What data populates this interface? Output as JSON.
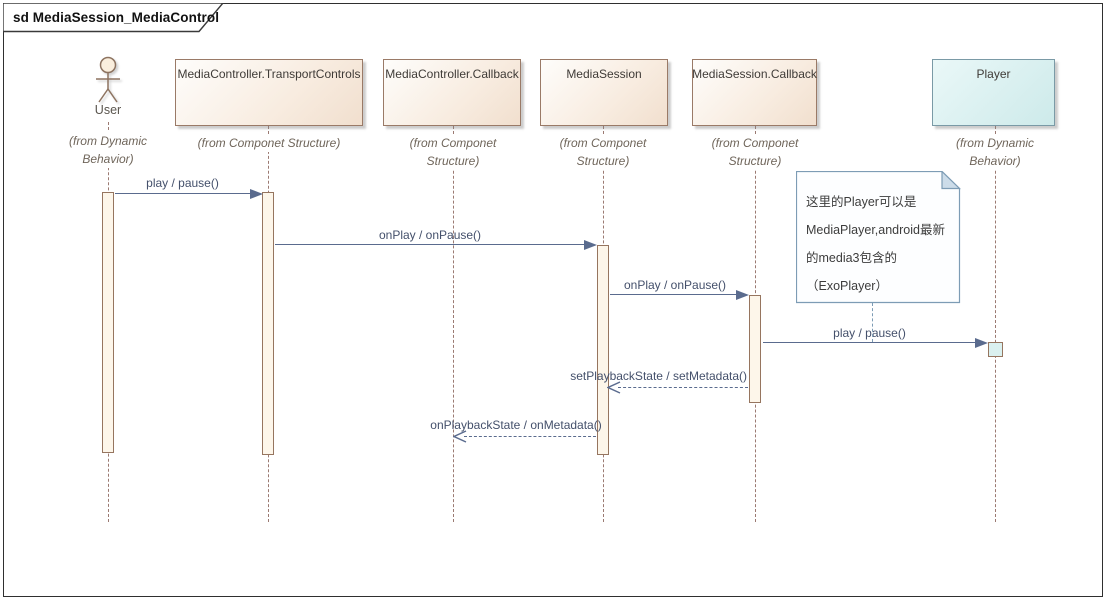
{
  "frame": {
    "title": "sd MediaSession_MediaControl"
  },
  "lifelines": [
    {
      "name": "User",
      "from1": "(from Dynamic",
      "from2": "Behavior)"
    },
    {
      "name": "MediaController.TransportControls",
      "from1": "(from Componet Structure)",
      "from2": ""
    },
    {
      "name": "MediaController.Callback",
      "from1": "(from Componet",
      "from2": "Structure)"
    },
    {
      "name": "MediaSession",
      "from1": "(from Componet",
      "from2": "Structure)"
    },
    {
      "name": "MediaSession.Callback",
      "from1": "(from Componet",
      "from2": "Structure)"
    },
    {
      "name": "Player",
      "from1": "(from Dynamic",
      "from2": "Behavior)"
    }
  ],
  "messages": [
    {
      "label": "play / pause()",
      "type": "sync",
      "from": "User",
      "to": "MediaController.TransportControls"
    },
    {
      "label": "onPlay / onPause()",
      "type": "sync",
      "from": "MediaController.TransportControls",
      "to": "MediaSession"
    },
    {
      "label": "onPlay / onPause()",
      "type": "sync",
      "from": "MediaSession",
      "to": "MediaSession.Callback"
    },
    {
      "label": "play / pause()",
      "type": "sync",
      "from": "MediaSession.Callback",
      "to": "Player"
    },
    {
      "label": "setPlaybackState / setMetadata()",
      "type": "return",
      "from": "MediaSession.Callback",
      "to": "MediaSession"
    },
    {
      "label": "onPlaybackState / onMetadata()",
      "type": "return",
      "from": "MediaSession",
      "to": "MediaController.Callback"
    }
  ],
  "note": {
    "lines": [
      "这里的Player可以是",
      "MediaPlayer,android最新",
      "的media3包含的",
      "（ExoPlayer）"
    ]
  },
  "colors": {
    "message_line": "#5a6b8e",
    "lifeline_dash": "#9b7a72",
    "activation_fill": "#fdf6ea",
    "activation_border": "#96755f",
    "head_box_fill": "#f1dfce",
    "head_box_border": "#9a7a67",
    "player_box_fill": "#cdeaea",
    "player_box_border": "#7a9aa6",
    "note_border": "#7d9cb5",
    "note_fold_fill": "#ccdce9"
  }
}
